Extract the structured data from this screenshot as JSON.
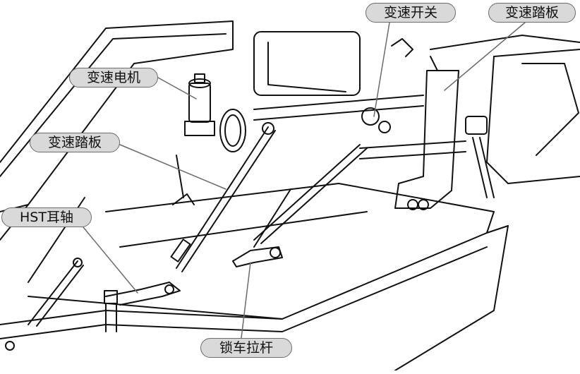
{
  "labels": {
    "shift_switch": "变速开关",
    "shift_pedal_top": "变速踏板",
    "shift_motor": "变速电机",
    "shift_pedal_left": "变速踏板",
    "hst_trunnion": "HST耳轴",
    "parking_lock_rod": "锁车拉杆"
  }
}
